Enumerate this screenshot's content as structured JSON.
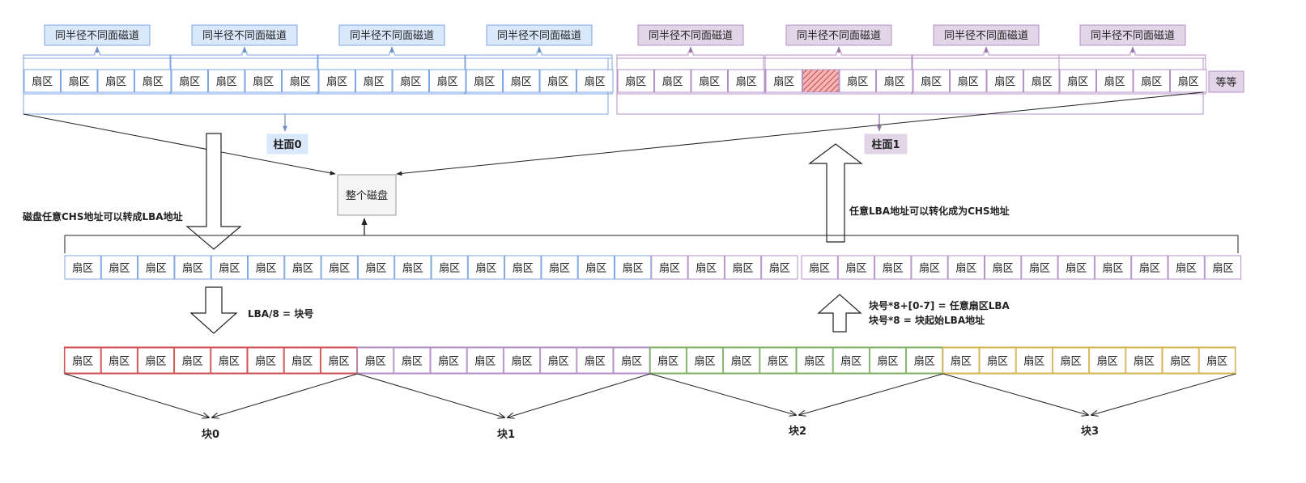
{
  "track_label": "同半径不同面磁道",
  "sector_label": "扇区",
  "etc_label": "等等",
  "cylinder0_label": "柱面0",
  "cylinder1_label": "柱面1",
  "disk_label": "整个磁盘",
  "chs_to_lba_label": "磁盘任意CHS地址可以转成LBA地址",
  "lba_to_chs_label": "任意LBA地址可以转化成为CHS地址",
  "lba_div_label": "LBA/8 = 块号",
  "block_formula_1": "块号*8+[0-7] = 任意扇区LBA",
  "block_formula_2": "块号*8 = 块起始LBA地址",
  "block_labels": [
    "块0",
    "块1",
    "块2",
    "块3"
  ],
  "colors": {
    "blue_stroke": "#7ea6e0",
    "blue_fill": "#dae8fc",
    "purple_stroke": "#b491c8",
    "purple_fill": "#e1d5e7",
    "red_stroke": "#d05252",
    "green_stroke": "#82b366",
    "yellow_stroke": "#d6b656",
    "disk_fill": "#f5f5f5",
    "line": "#222222"
  }
}
